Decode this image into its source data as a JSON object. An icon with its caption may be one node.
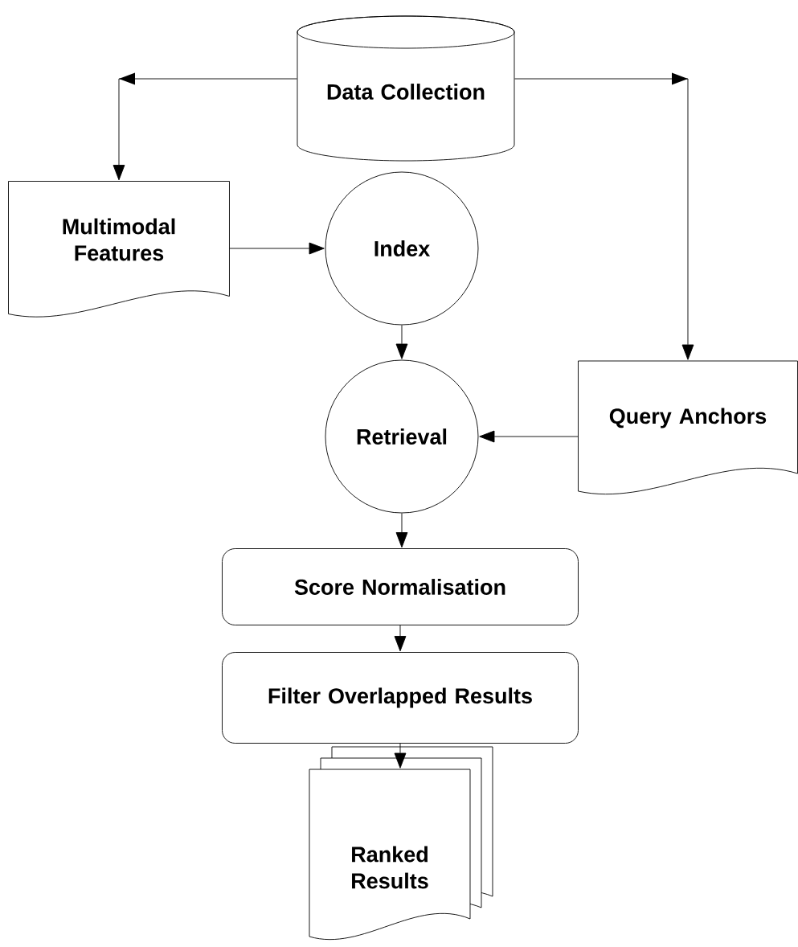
{
  "diagram": {
    "nodes": [
      {
        "text": [
          "Data Collection"
        ]
      },
      {
        "text": [
          "Multimodal Features"
        ]
      },
      {
        "text": [
          "Index"
        ]
      },
      {
        "text": [
          "Retrieval"
        ]
      },
      {
        "text": [
          "Query Anchors"
        ]
      },
      {
        "text": [
          "Score Normalisation"
        ]
      },
      {
        "text": [
          "Filter Overlapped Results"
        ]
      },
      {
        "text": [
          "Ranked Results"
        ]
      }
    ],
    "edges": [
      {
        "from": 0,
        "to": 1,
        "arrow": "to"
      },
      {
        "from": 0,
        "to": 4,
        "arrow": "to"
      },
      {
        "from": 1,
        "to": 2,
        "arrow": "to"
      },
      {
        "from": 2,
        "to": 3,
        "arrow": "to"
      },
      {
        "from": 4,
        "to": 3,
        "arrow": "to"
      },
      {
        "from": 3,
        "to": 5,
        "arrow": "to"
      },
      {
        "from": 5,
        "to": 6,
        "arrow": "to"
      },
      {
        "from": 6,
        "to": 7,
        "arrow": "to"
      }
    ]
  }
}
